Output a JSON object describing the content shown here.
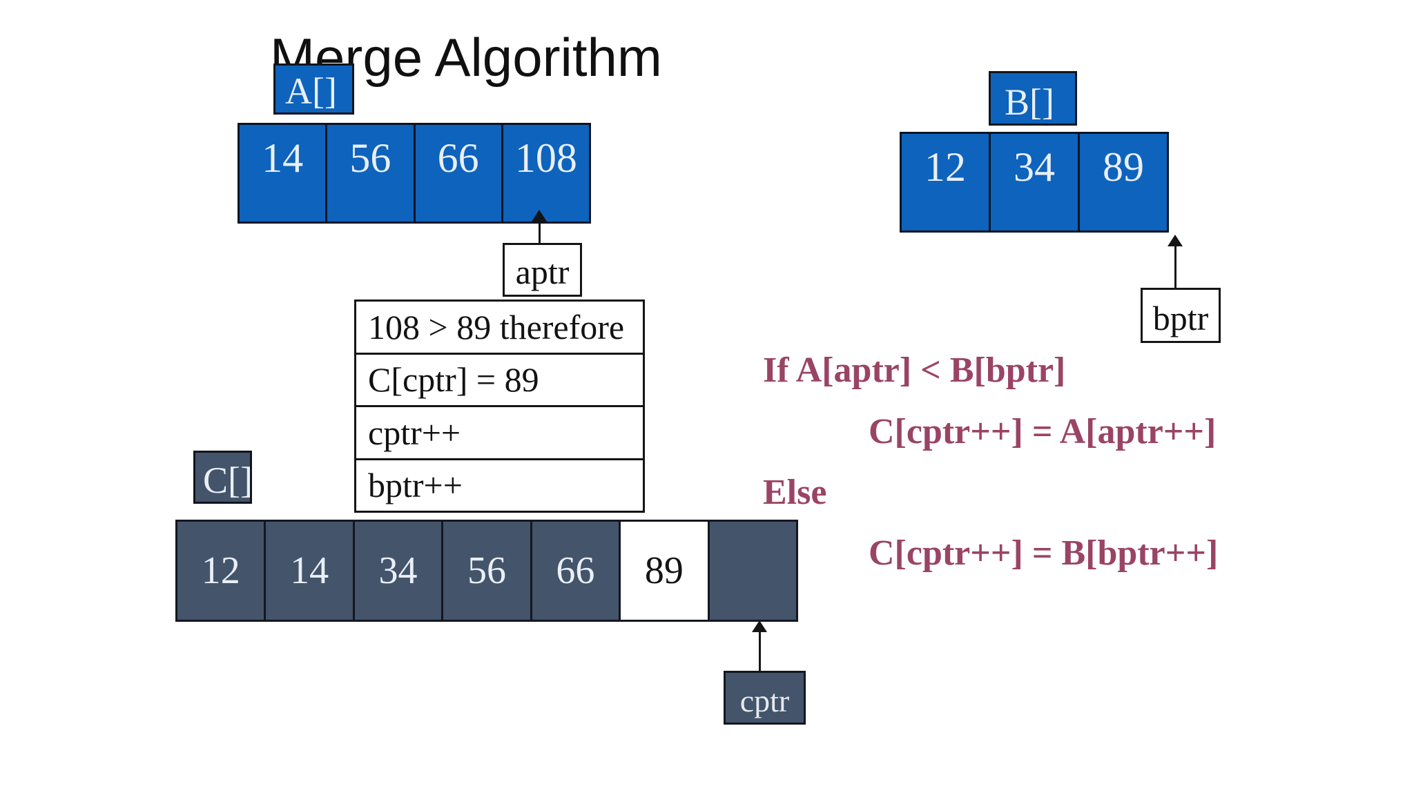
{
  "slide": {
    "title": "Merge Algorithm"
  },
  "colors": {
    "array_blue": "#0e63bd",
    "array_slate": "#44546a",
    "code_maroon": "#9a4464",
    "cell_text_light": "#e9eff8",
    "line_black": "#151515",
    "background": "#ffffff"
  },
  "array_a": {
    "label": "A[]",
    "cells": [
      "14",
      "56",
      "66",
      "108"
    ],
    "pointer_label": "aptr"
  },
  "array_b": {
    "label": "B[]",
    "cells": [
      "12",
      "34",
      "89"
    ],
    "pointer_label": "bptr"
  },
  "array_c": {
    "label": "C[]",
    "cells": [
      "12",
      "14",
      "34",
      "56",
      "66",
      "89",
      ""
    ],
    "highlighted_cell_index": 5,
    "pointer_label": "cptr"
  },
  "steps_box": {
    "rows": [
      "108 > 89 therefore",
      "C[cptr] = 89",
      "cptr++",
      "bptr++"
    ]
  },
  "pseudocode": {
    "line_if": "If A[aptr] < B[bptr]",
    "line_then": "C[cptr++] = A[aptr++]",
    "line_else": "Else",
    "line_else_body": "C[cptr++] = B[bptr++]"
  }
}
